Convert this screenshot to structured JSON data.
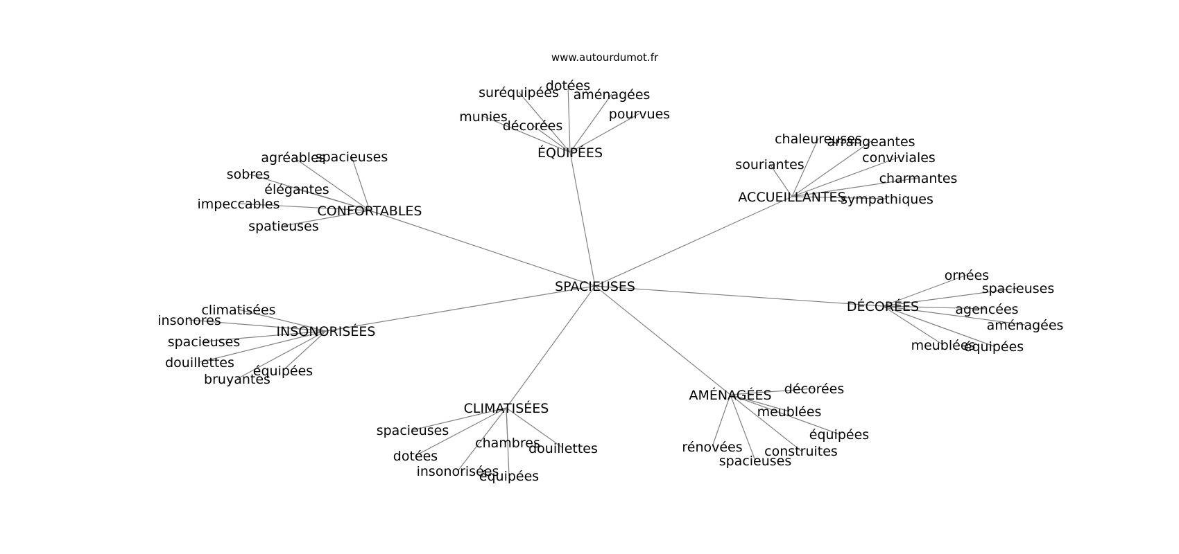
{
  "source": "www.autourdumot.fr",
  "graph": {
    "center": "SPACIEUSES",
    "hubs": [
      {
        "id": "equipees",
        "label": "ÉQUIPÉES",
        "leaves": [
          "dotées",
          "suréquipées",
          "aménagées",
          "pourvues",
          "munies",
          "décorées"
        ]
      },
      {
        "id": "confortables",
        "label": "CONFORTABLES",
        "leaves": [
          "agréables",
          "spacieuses",
          "sobres",
          "élégantes",
          "impeccables",
          "spatieuses"
        ]
      },
      {
        "id": "accueillantes",
        "label": "ACCUEILLANTES",
        "leaves": [
          "chaleureuses",
          "arrangeantes",
          "souriantes",
          "conviviales",
          "charmantes",
          "sympathiques"
        ]
      },
      {
        "id": "insonorisees",
        "label": "INSONORISÉES",
        "leaves": [
          "climatisées",
          "insonores",
          "spacieuses",
          "douillettes",
          "équipées",
          "bruyantes"
        ]
      },
      {
        "id": "decorees",
        "label": "DÉCORÉES",
        "leaves": [
          "ornées",
          "spacieuses",
          "agencées",
          "aménagées",
          "meublées",
          "équipées"
        ]
      },
      {
        "id": "amenagees",
        "label": "AMÉNAGÉES",
        "leaves": [
          "décorées",
          "meublées",
          "équipées",
          "rénovées",
          "construites",
          "spacieuses"
        ]
      },
      {
        "id": "climatisees",
        "label": "CLIMATISÉES",
        "leaves": [
          "spacieuses",
          "chambres",
          "douillettes",
          "dotées",
          "insonorisées",
          "équipées"
        ]
      }
    ]
  }
}
